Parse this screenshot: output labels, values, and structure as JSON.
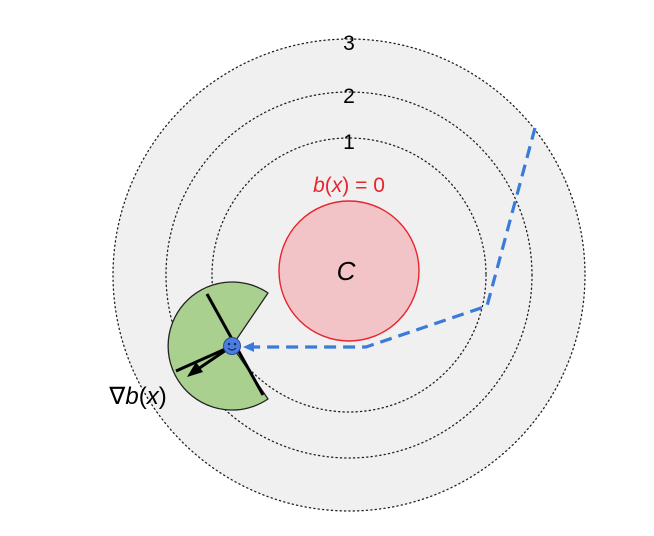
{
  "diagram": {
    "level_labels": [
      "3",
      "2",
      "1"
    ],
    "zero_set_label": {
      "b": "b",
      "open": "(",
      "x": "x",
      "close": ")",
      "eq": " = 0"
    },
    "set_label": "C",
    "gradient_label": {
      "nabla": "∇",
      "b": "b",
      "open": "(",
      "x": "x",
      "close": ")"
    },
    "agent_icon": "smiley-face-icon",
    "colors": {
      "outer_disk": "#f0f0f0",
      "level_stroke": "#222222",
      "set_fill": "#f2c4c8",
      "set_stroke": "#e8242c",
      "set_label_color": "#e8242c",
      "sector_fill": "#a9d08e",
      "sector_stroke": "#222222",
      "path": "#3a7ad8",
      "agent_fill": "#4a7fe0"
    }
  }
}
